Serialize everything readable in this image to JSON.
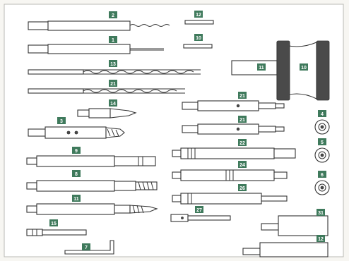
{
  "figure": {
    "tags": [
      "2",
      "1",
      "13",
      "21",
      "14",
      "3",
      "9",
      "8",
      "11",
      "15",
      "7",
      "12",
      "10",
      "11",
      "10",
      "21",
      "21",
      "22",
      "24",
      "26",
      "27",
      "4",
      "5",
      "6",
      "31",
      "12"
    ],
    "colors": {
      "tag": "#3f7a5c",
      "outline": "#333333",
      "paper": "#ffffff",
      "handle": "#4a4a4a"
    }
  }
}
